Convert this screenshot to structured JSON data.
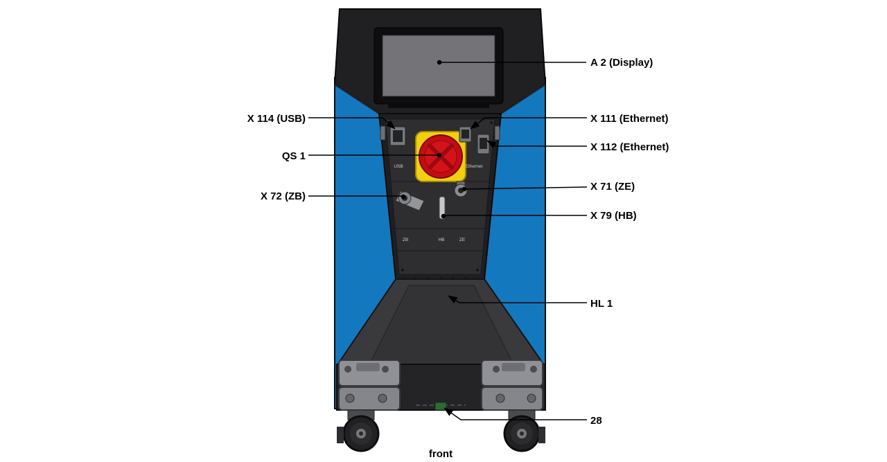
{
  "diagram": {
    "caption": "front",
    "labels": {
      "display": "A 2 (Display)",
      "usb": "X 114 (USB)",
      "ethernet1": "X 111 (Ethernet)",
      "ethernet2": "X 112 (Ethernet)",
      "estop": "QS 1",
      "zb": "X 72 (ZB)",
      "ze": "X 71 (ZE)",
      "hb": "X 79 (HB)",
      "lamp": "HL 1",
      "item28": "28"
    },
    "panel_markings": {
      "usb": "USB",
      "ethernet": "Ethernet",
      "zb": "ZB",
      "hb": "HB",
      "ze": "ZE"
    },
    "colors": {
      "side_panel_blue": "#1478be",
      "body_dark": "#202023",
      "estop_red": "#c40d12",
      "estop_yellow": "#f2cf0f",
      "metal_gray": "#8f9196",
      "indicator_green": "#2e8b2e"
    }
  }
}
